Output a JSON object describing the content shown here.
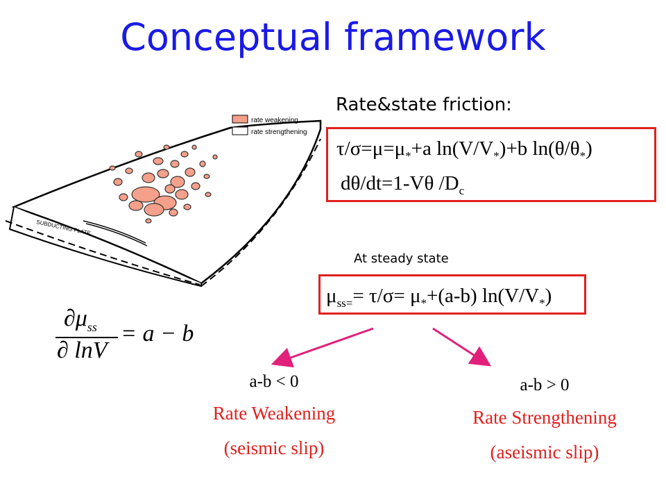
{
  "slide": {
    "title": "Conceptual framework",
    "rs_heading": "Rate&state friction:",
    "eq1": {
      "lhs": "τ/σ=μ=μ",
      "star1": "*",
      "mid": "+a ln(V/V",
      "star2": "*",
      "mid2": ")+b ln(θ/θ",
      "star3": "*",
      "end": ")"
    },
    "eq2": {
      "main": "dθ/dt=1-Vθ /D",
      "sub": "c"
    },
    "steady_note": "At steady state",
    "eq3": {
      "mu": "μ",
      "sub": "ss=",
      "mid": "= τ/σ= μ",
      "star1": "*",
      "rest": "+(a-b) ln(V/V",
      "star2": "*",
      "end": ")"
    },
    "derivative": {
      "numerator": "∂μ",
      "num_sub": "ss",
      "denominator": "∂ lnV",
      "rhs": "= a − b"
    },
    "left_case": {
      "condition": "a-b < 0",
      "label": "Rate Weakening",
      "desc": "(seismic slip)"
    },
    "right_case": {
      "condition": "a-b > 0",
      "label": "Rate Strengthening",
      "desc": "(aseismic slip)"
    },
    "figure": {
      "legend_weakening": "rate weakening",
      "legend_strengthening": "rate strengthening",
      "plate_label": "SUBDUCTING PLATE"
    }
  },
  "colors": {
    "title": "#1a1ae6",
    "box_border": "#e0201e",
    "case_label": "#e0201e",
    "arrow": "#e0207a",
    "patch_fill": "#f4a08a"
  }
}
